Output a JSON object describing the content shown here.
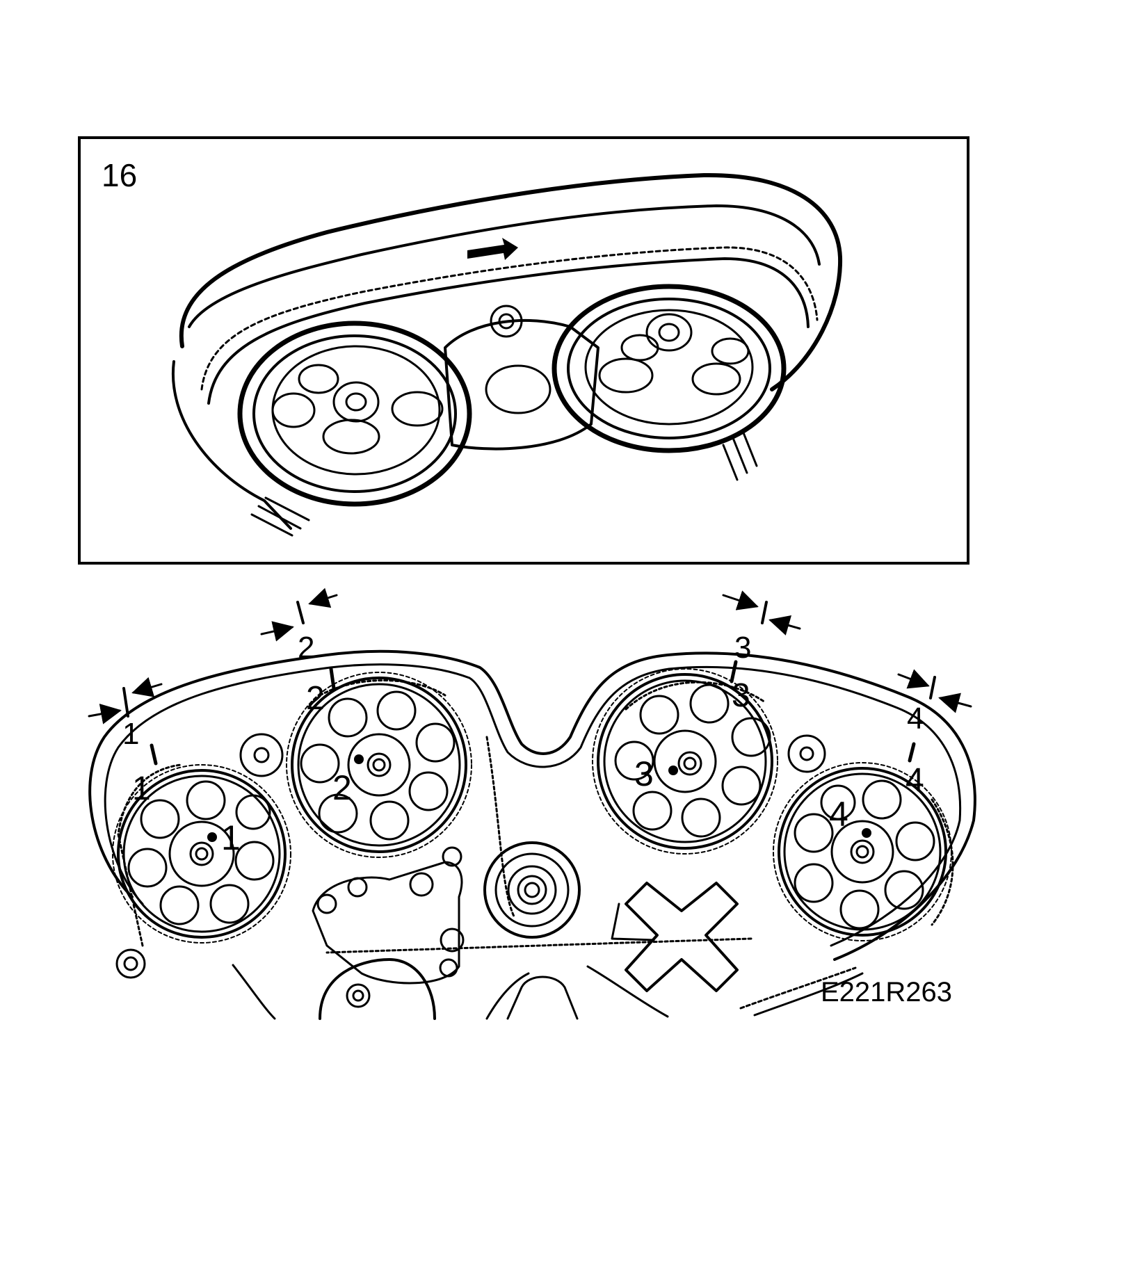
{
  "figure": {
    "step_number": "16",
    "reference_code": "E221R263",
    "belt_direction_icon": "arrow-right-icon"
  },
  "marks": [
    {
      "id": "1",
      "outer": "1",
      "belt": "1",
      "hub": "1"
    },
    {
      "id": "2",
      "outer": "2",
      "belt": "2",
      "hub": "2"
    },
    {
      "id": "3",
      "outer": "3",
      "belt": "3",
      "hub": "3"
    },
    {
      "id": "4",
      "outer": "4",
      "belt": "4",
      "hub": "4"
    }
  ],
  "colors": {
    "ink": "#000000",
    "paper": "#ffffff"
  }
}
